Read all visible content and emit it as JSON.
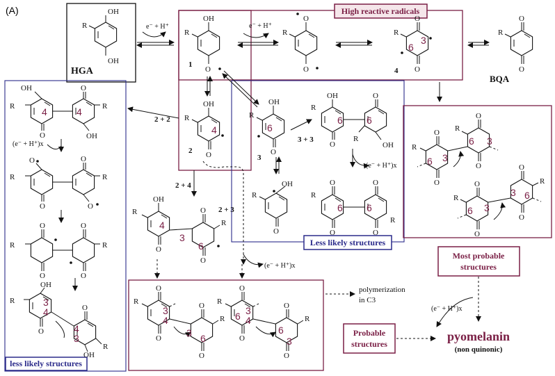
{
  "panel_label": "(A)",
  "labels": {
    "hga": "HGA",
    "bqa": "BQA",
    "n1": "1",
    "n2": "2",
    "n3": "3",
    "n4": "4",
    "pyomelanin": "pyomelanin",
    "non_quinonic": "(non quinonic)",
    "polymerization": "polymerization",
    "in_c3": "in C3"
  },
  "titles": {
    "high_reactive": "High reactive radicals",
    "less_likely_structures": "Less likely structures",
    "less_likely_structures_lower": "less likely structures",
    "most_probable_1": "Most probable",
    "most_probable_2": "structures",
    "probable_1": "Probable",
    "probable_2": "structures"
  },
  "arrows": {
    "e_h": "e⁻ + H⁺",
    "e_hx": "(e⁻ + H⁺)x",
    "c22": "2 + 2",
    "c33": "3 + 3",
    "c24": "2 + 4",
    "c23": "2 + 3"
  },
  "atoms": {
    "oh": "OH",
    "o": "O",
    "r": "R"
  },
  "ring_numbers": {
    "c4": "4",
    "c6": "6",
    "c3": "3",
    "c34a": "3",
    "c34b": "4"
  },
  "colors": {
    "box_maroon": "#7a1f45",
    "box_blue": "#2a2a8a",
    "title_fill": "#f5e6ea",
    "ring_number": "#7a1f45"
  }
}
